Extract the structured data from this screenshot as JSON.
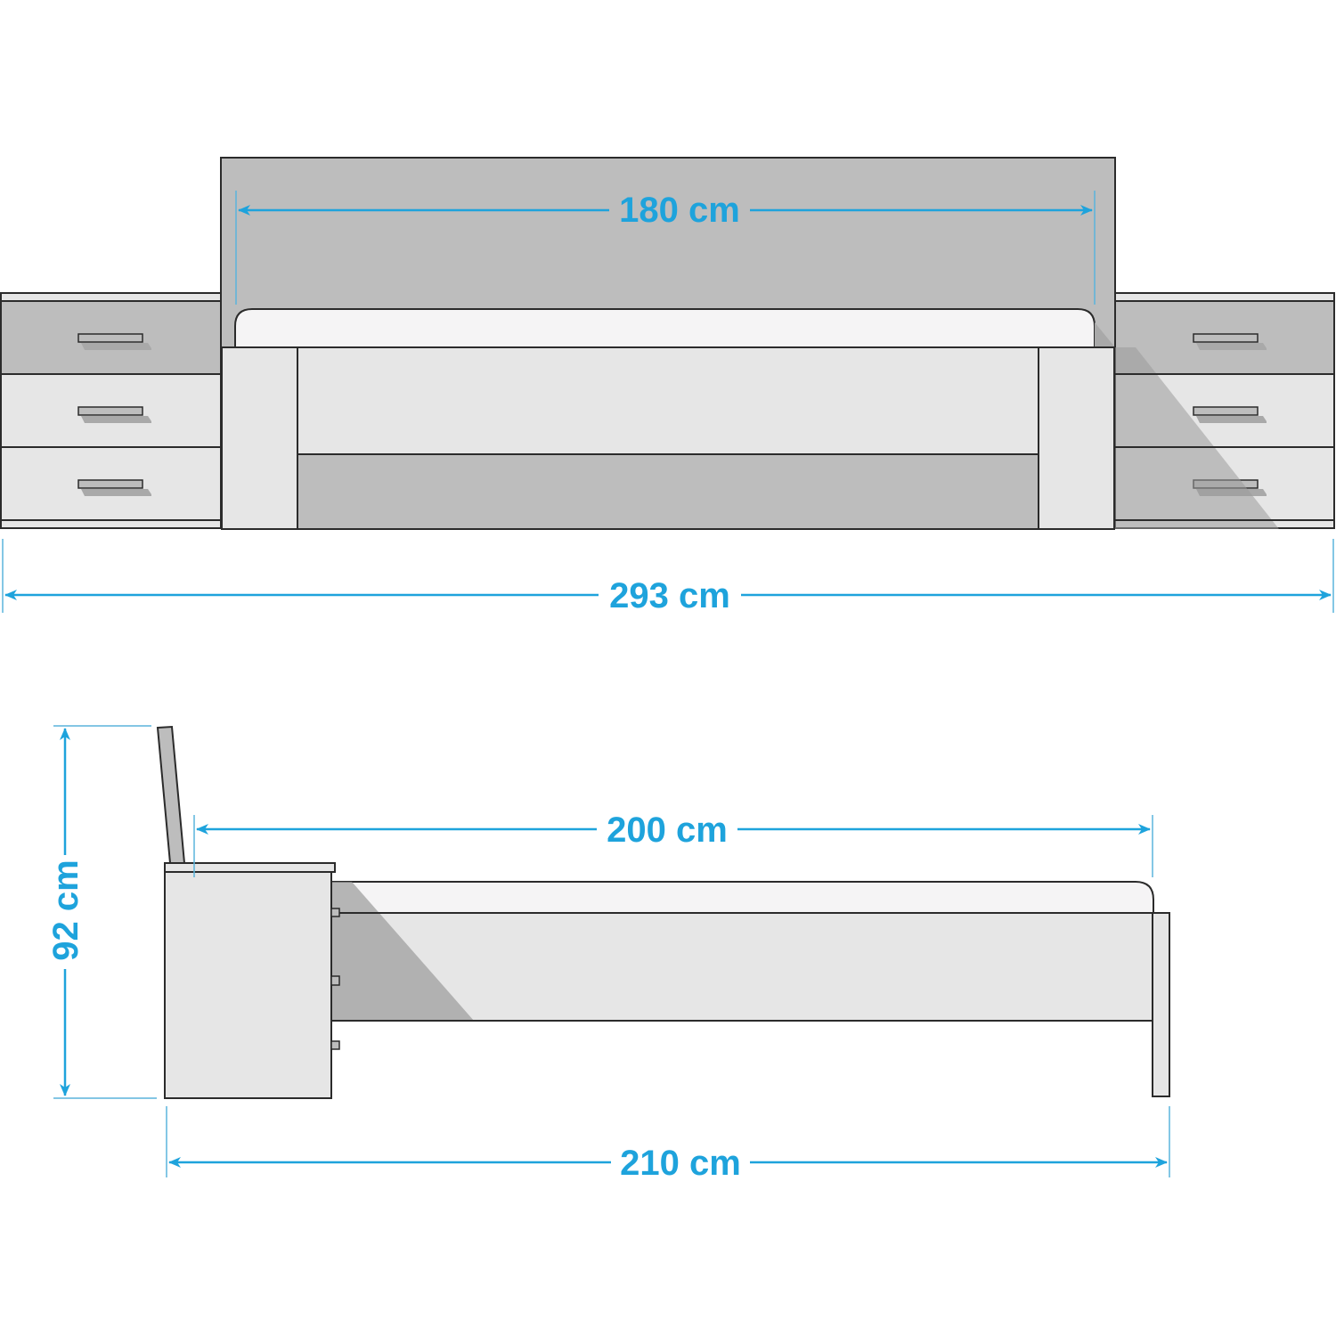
{
  "diagram": {
    "subject": "Bed with attached nightstands",
    "front_view": {
      "headboard_width_label": "180 cm",
      "overall_width_label": "293 cm",
      "nightstand_drawers_each_side": 3
    },
    "side_view": {
      "height_label": "92 cm",
      "mattress_length_label": "200 cm",
      "overall_length_label": "210 cm"
    },
    "colors": {
      "dimension": "#1ea3dc",
      "dark_panel": "#bdbdbd",
      "light_panel": "#e6e6e6",
      "mattress": "#f5f4f5",
      "shadow": "#a9a9a9",
      "outline": "#2b2b2b"
    }
  }
}
